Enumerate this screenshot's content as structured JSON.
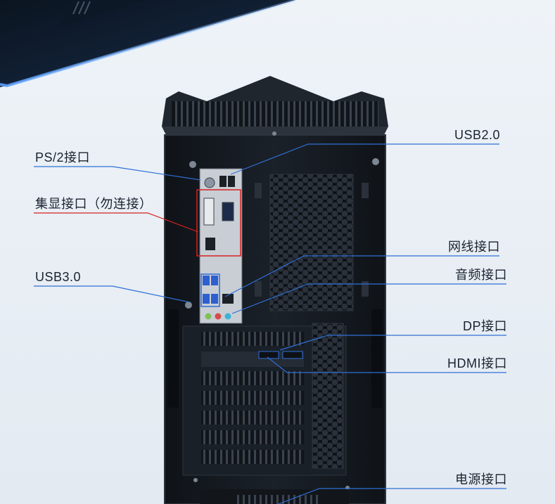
{
  "labels": {
    "ps2": "PS/2接口",
    "igpu": "集显接口（勿连接）",
    "usb3": "USB3.0",
    "usb2": "USB2.0",
    "lan": "网线接口",
    "audio": "音频接口",
    "dp": "DP接口",
    "hdmi": "HDMI接口",
    "power": "电源接口"
  },
  "colors": {
    "callout_blue": "#2f6fd6",
    "callout_red": "#d62020",
    "chassis": "#15191f",
    "accent_glow": "#3a78ff"
  }
}
